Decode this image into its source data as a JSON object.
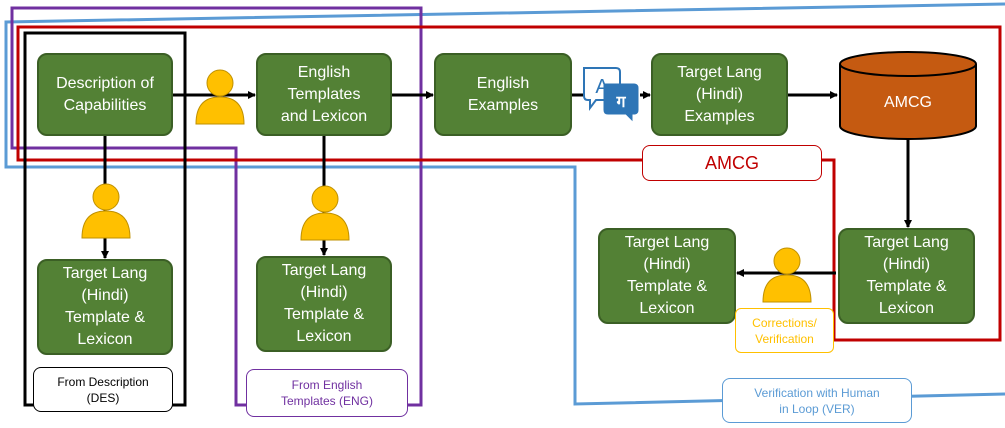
{
  "nodes": {
    "description": "Description of\nCapabilities",
    "english_templates": "English\nTemplates\nand Lexicon",
    "english_examples": "English\nExamples",
    "target_examples": "Target Lang\n(Hindi)\nExamples",
    "amcg_db": "AMCG",
    "target_template_des": "Target Lang\n(Hindi)\nTemplate &\nLexicon",
    "target_template_eng": "Target Lang\n(Hindi)\nTemplate &\nLexicon",
    "target_template_amcg": "Target Lang\n(Hindi)\nTemplate &\nLexicon",
    "target_template_ver": "Target Lang\n(Hindi)\nTemplate &\nLexicon"
  },
  "labels": {
    "amcg": "AMCG",
    "corrections": "Corrections/\nVerification",
    "from_des": "From Description\n(DES)",
    "from_eng": "From English\nTemplates (ENG)",
    "verification": "Verification with Human\nin Loop (VER)"
  },
  "icons": {
    "translate_left": "A",
    "translate_right": "ग"
  },
  "colors": {
    "node_green": "#538135",
    "cylinder_orange": "#C55A11",
    "person_yellow": "#FFC000",
    "des_border": "#000000",
    "eng_border": "#7030A0",
    "amcg_border": "#C00000",
    "ver_border": "#5B9BD5",
    "corrections_border": "#FFC000"
  }
}
